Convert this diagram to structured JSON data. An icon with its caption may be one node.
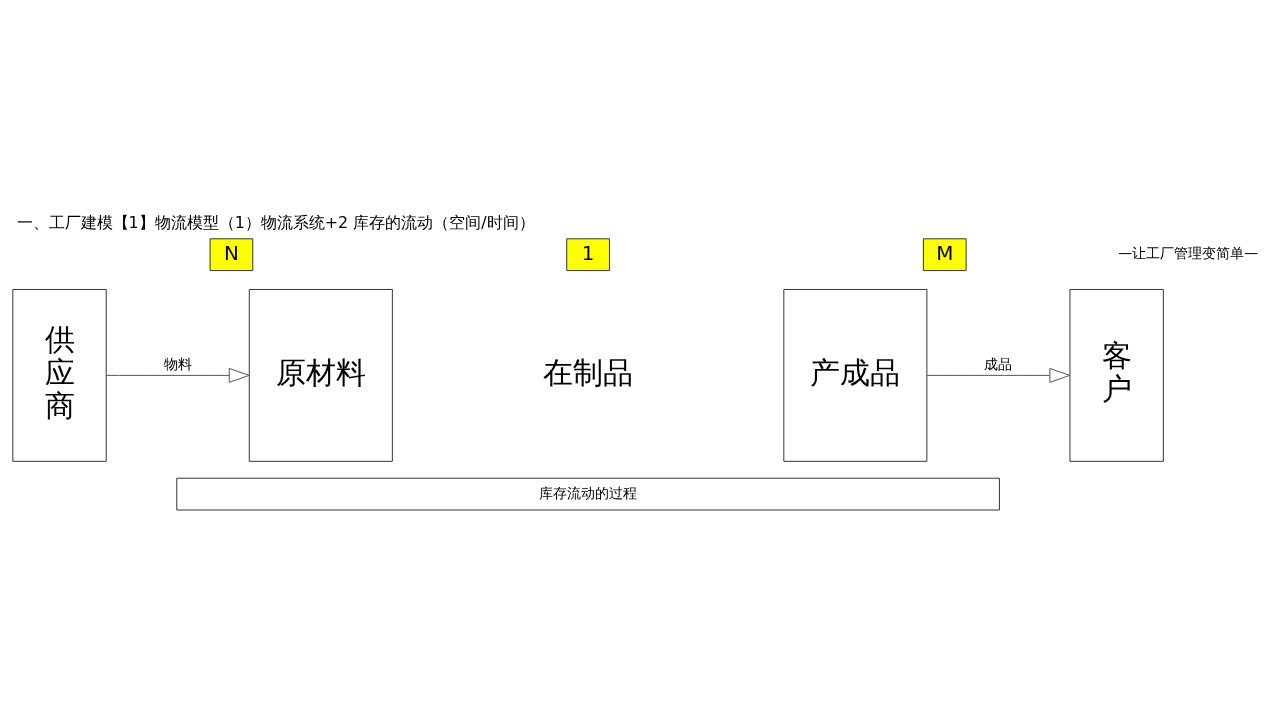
{
  "diagram": {
    "title": "一、工厂建模【1】物流模型（1）物流系统+2 库存的流动（空间/时间）",
    "nodes": [
      {
        "text": [
          "供应商"
        ]
      },
      {
        "text": [
          "N"
        ]
      },
      {
        "text": [
          "原材料"
        ]
      },
      {
        "text": [
          "1"
        ]
      },
      {
        "text": [
          "产成品"
        ]
      },
      {
        "text": [
          "客户"
        ]
      },
      {
        "text": [
          "M"
        ]
      },
      {
        "text": [
          "库存流动的过程"
        ]
      }
    ],
    "edges": [
      {
        "from": 0,
        "to": 2,
        "arrow": "to",
        "label": "物料"
      },
      {
        "from": 4,
        "to": 5,
        "arrow": "to",
        "label": "成品"
      }
    ],
    "labels": [
      "—让工厂管理变简单—",
      "在制品"
    ]
  }
}
